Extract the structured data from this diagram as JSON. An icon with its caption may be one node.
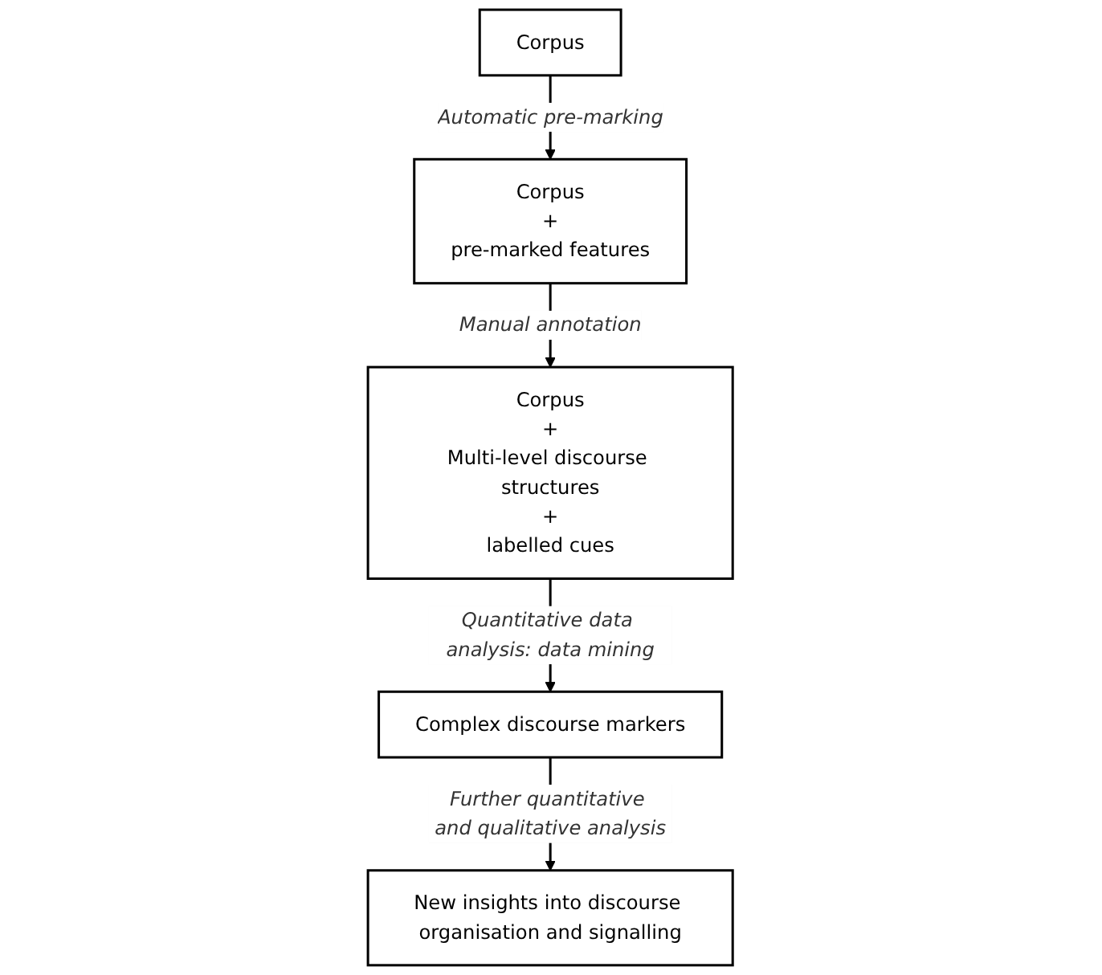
{
  "diagram": {
    "nodes": [
      {
        "text": [
          "Corpus"
        ]
      },
      {
        "text": [
          "Corpus",
          "+",
          "pre-marked features"
        ]
      },
      {
        "text": [
          "Corpus",
          "+",
          "Multi-level discourse structures",
          "+",
          "labelled cues"
        ]
      },
      {
        "text": [
          "Complex discourse markers"
        ]
      },
      {
        "text": [
          "New insights into discourse organisation and signalling"
        ]
      }
    ],
    "edges": [
      {
        "from": 0,
        "to": 1,
        "arrow": "to",
        "label": "Automatic pre-marking"
      },
      {
        "from": 1,
        "to": 2,
        "arrow": "to",
        "label": "Manual annotation"
      },
      {
        "from": 2,
        "to": 3,
        "arrow": "to",
        "label": "Quantitative data analysis: data mining"
      },
      {
        "from": 3,
        "to": 4,
        "arrow": "to",
        "label": "Further quantitative and qualitative analysis"
      }
    ]
  }
}
